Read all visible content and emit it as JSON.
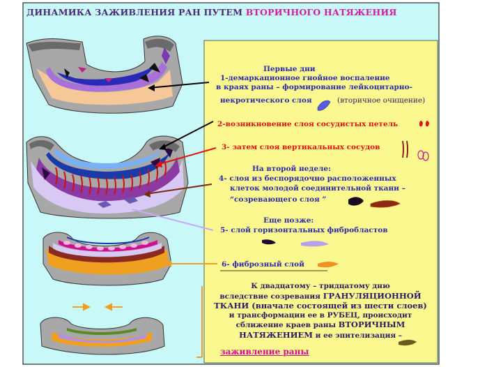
{
  "title": {
    "part1": "ДИНАМИКА ЗАЖИВЛЕНИЯ РАН ПУТЕМ",
    "part2": "ВТОРИЧНОГО НАТЯЖЕНИЯ"
  },
  "first_days": {
    "heading": "Первые дни",
    "line1": "1-демаркационное гнойное воспаление",
    "line2": "в краях раны – формирование лейкоцитарно-",
    "line3": "некротического слоя",
    "note": "(вторичное очищение)"
  },
  "layer2": "2-возникновение слоя сосудистых петель",
  "layer3": "3- затем слоя вертикальных сосудов",
  "second_week": {
    "heading": "На второй неделе:",
    "line1": "4- слоя из беспорядочно расположенных",
    "line2": "клеток молодой соединительной ткани –",
    "line3": "“созревающего слоя ”"
  },
  "later": {
    "heading": "Еще позже:",
    "line": "5- слой горизонтальных фибробластов"
  },
  "layer6": "6- фиброзный слой",
  "final": {
    "line1": "К двадцатому – тридцатому дню",
    "line2a": "вследствие созревания",
    "line2b": "ГРАНУЛЯЦИОННОЙ",
    "line3": "ТКАНИ (вначале состоящей из шести слоев)",
    "line4": "и трансформации ее в РУБЕЦ, происходит",
    "line5a": "сближение краев раны",
    "line5b": "ВТОРИЧНЫМ",
    "line6a": "НАТЯЖЕНИЕМ",
    "line6b": "и ее эпителизация –",
    "line7": "заживление раны"
  },
  "colors": {
    "panel": "#fcf890",
    "background": "#c8f8f8",
    "navy_text": "#2a2aa8",
    "red_text": "#e01010",
    "title_pink": "#d01da8"
  }
}
